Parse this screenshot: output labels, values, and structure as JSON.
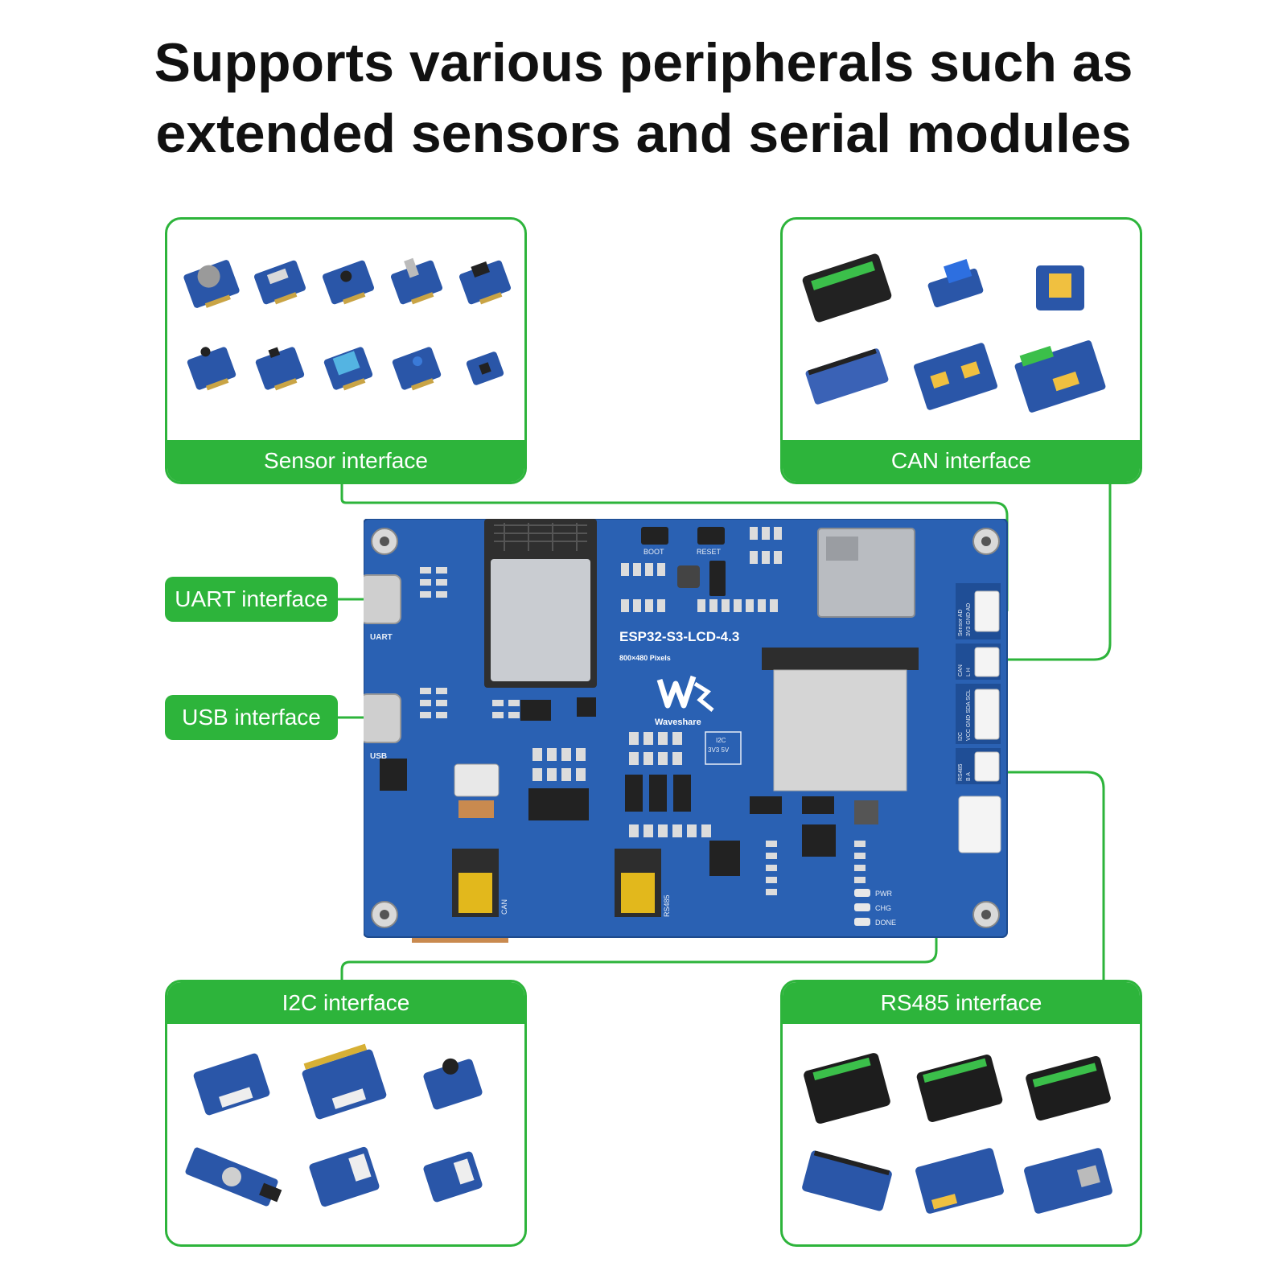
{
  "headline": {
    "line1": "Supports various peripherals such as",
    "line2": "extended sensors and serial modules"
  },
  "colors": {
    "accent": "#2db43b",
    "pcb": "#2a61b3",
    "text": "#111111"
  },
  "interfaces": {
    "sensor": "Sensor interface",
    "can": "CAN interface",
    "uart": "UART interface",
    "usb": "USB interface",
    "i2c": "I2C interface",
    "rs485": "RS485 interface"
  },
  "board": {
    "model": "ESP32-S3-LCD-4.3",
    "resolution": "800×480 Pixels",
    "brand": "Waveshare",
    "labels": {
      "boot": "BOOT",
      "reset": "RESET",
      "uart": "UART",
      "usb": "USB",
      "can": "CAN",
      "rs485": "RS485",
      "i2c": "I2C",
      "i2c_voltage": "3V3 5V",
      "pwr": "PWR",
      "chg": "CHG",
      "done": "DONE",
      "conn_sensor": "Sensor AD",
      "conn_sensor_pins": "3V3 GND AD",
      "conn_can": "CAN",
      "conn_can_pins": "L H",
      "conn_i2c": "I2C",
      "conn_i2c_pins": "VCC GND SDA SCL",
      "conn_rs485": "RS485",
      "conn_rs485_pins": "B A"
    }
  }
}
